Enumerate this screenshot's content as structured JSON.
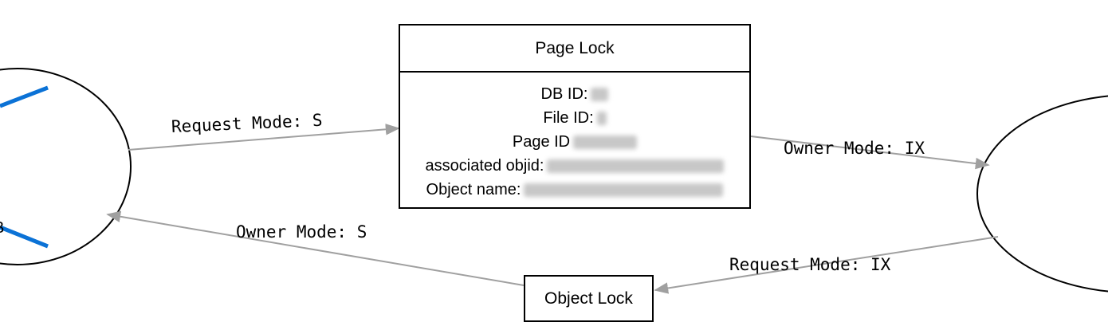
{
  "page_lock": {
    "title": "Page Lock",
    "rows": [
      {
        "label": "DB ID:"
      },
      {
        "label": "File ID:"
      },
      {
        "label": "Page ID"
      },
      {
        "label": "associated objid:"
      },
      {
        "label": "Object name:"
      }
    ]
  },
  "object_lock": {
    "title": "Object Lock"
  },
  "edges": {
    "left_to_page": "Request Mode: S",
    "page_to_right": "Owner Mode: IX",
    "object_to_left": "Owner Mode: S",
    "right_to_object": "Request Mode: IX"
  },
  "left_node": {
    "clipped_text": "B"
  },
  "colors": {
    "edge": "#a0a0a0",
    "accent": "#1a73e8",
    "outline": "#000000"
  }
}
